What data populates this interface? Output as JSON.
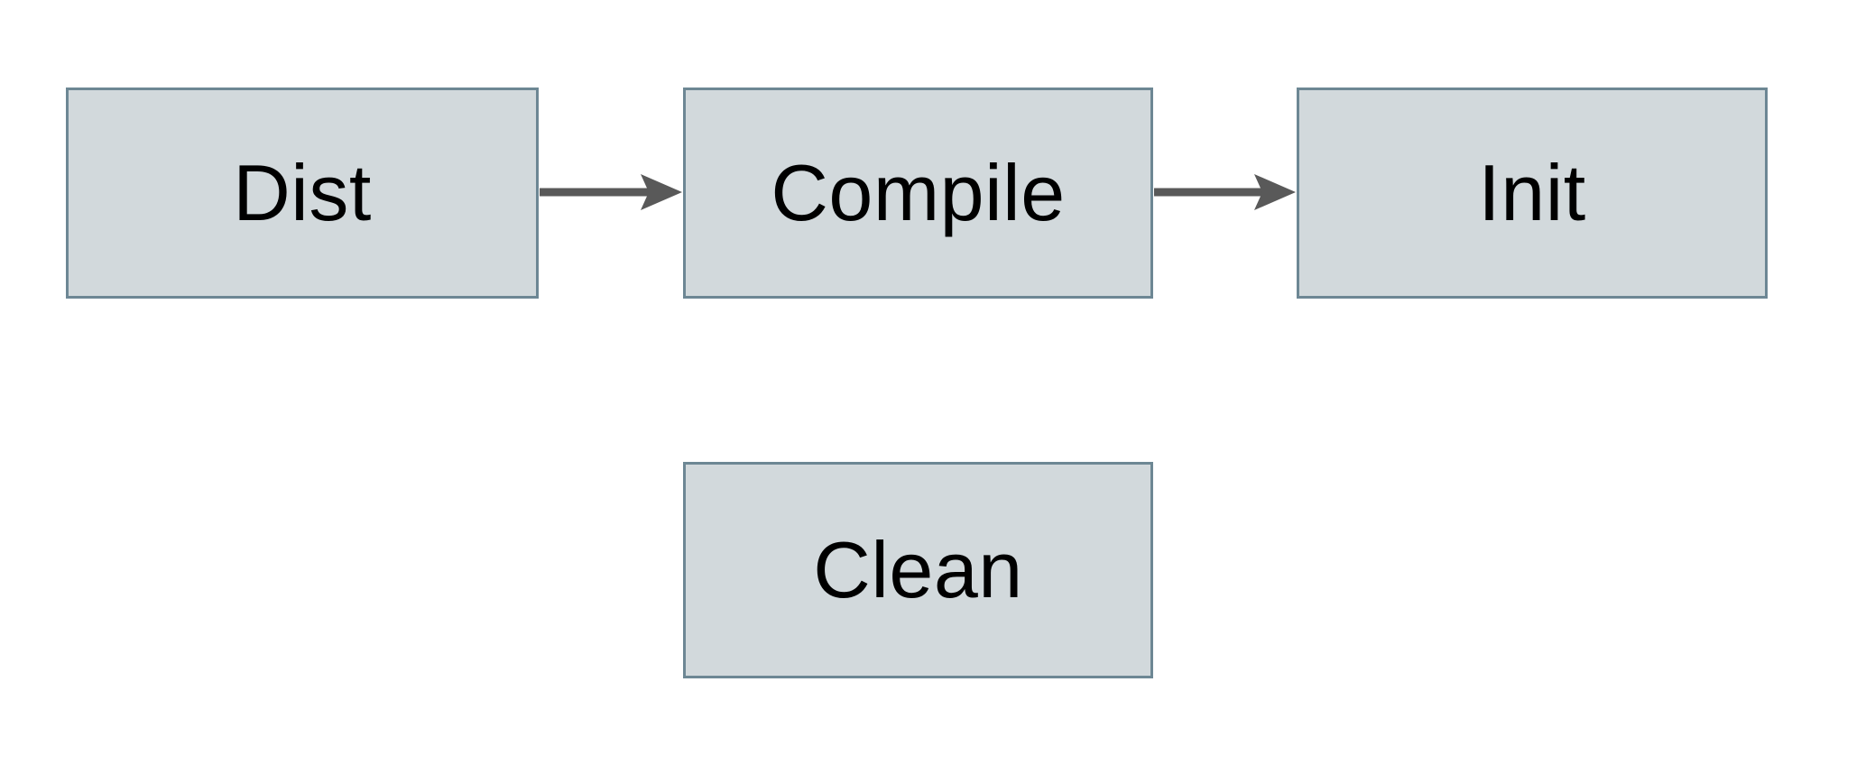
{
  "diagram": {
    "type": "flowchart",
    "background": "#ffffff",
    "colors": {
      "node_fill": "#d2d9dc",
      "node_border": "#6d8794",
      "arrow": "#595959",
      "label_text": "#000000"
    },
    "nodes": [
      {
        "id": "dist",
        "label": "Dist"
      },
      {
        "id": "compile",
        "label": "Compile"
      },
      {
        "id": "init",
        "label": "Init"
      },
      {
        "id": "clean",
        "label": "Clean"
      }
    ],
    "edges": [
      {
        "from": "Dist",
        "to": "Compile",
        "style": "solid",
        "arrowhead": "right"
      },
      {
        "from": "Compile",
        "to": "Init",
        "style": "solid",
        "arrowhead": "right"
      }
    ]
  }
}
